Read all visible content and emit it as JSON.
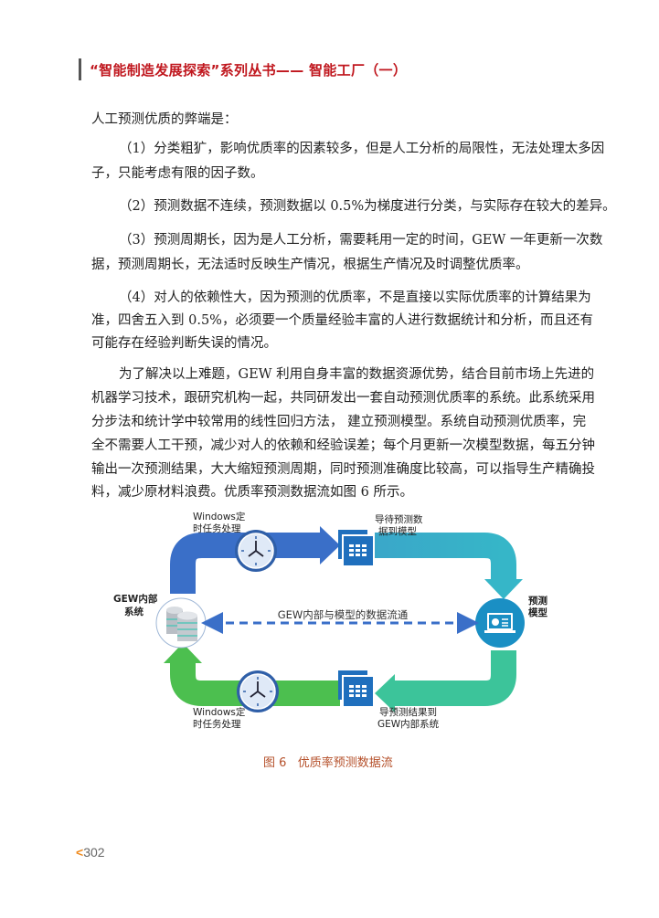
{
  "header": {
    "title": "“智能制造发展探索”系列丛书—— 智能工厂（一）"
  },
  "body": {
    "intro": "人工预测优质的弊端是：",
    "p1": [
      "（1）分类粗犷，影响优质率的因素较多，但是人工分析的局限性，无法处理太多因",
      "子，只能考虑有限的因子数。"
    ],
    "p2": [
      "（2）预测数据不连续，预测数据以 0.5%为梯度进行分类，与实际存在较大的差异。"
    ],
    "p3": [
      "（3）预测周期长，因为是人工分析，需要耗用一定的时间，GEW 一年更新一次数",
      "据，预测周期长，无法适时反映生产情况，根据生产情况及时调整优质率。"
    ],
    "p4": [
      "（4）对人的依赖性大，因为预测的优质率，不是直接以实际优质率的计算结果为",
      "准，四舍五入到 0.5%，必须要一个质量经验丰富的人进行数据统计和分析，而且还有",
      "可能存在经验判断失误的情况。"
    ],
    "p5": [
      "为了解决以上难题，GEW 利用自身丰富的数据资源优势，结合目前市场上先进的",
      "机器学习技术，跟研究机构一起，共同研发出一套自动预测优质率的系统。此系统采用",
      "分步法和统计学中较常用的线性回归方法，  建立预测模型。系统自动预测优质率，完",
      "全不需要人工干预，减少对人的依赖和经验误差；每个月更新一次模型数据，每五分钟",
      "输出一次预测结果，大大缩短预测周期，同时预测准确度比较高，可以指导生产精确投",
      "料，减少原材料浪费。优质率预测数据流如图 6 所示。"
    ]
  },
  "figure": {
    "top_task": [
      "Windows定",
      "时任务处理"
    ],
    "top_export": [
      "导待预测数",
      "据到模型"
    ],
    "left_node": [
      "GEW内部",
      "系统"
    ],
    "right_node": [
      "预测",
      "模型"
    ],
    "center_flow": "GEW内部与模型的数据流通",
    "bottom_task": [
      "Windows定",
      "时任务处理"
    ],
    "bottom_export": [
      "导预测结果到",
      "GEW内部系统"
    ],
    "caption": "图 6   优质率预测数据流",
    "colors": {
      "top_flow": "#3a6fc8",
      "right_flow": "#36a9c6",
      "bottom_right_flow": "#3cc49a",
      "bottom_left_flow": "#4cbf4f",
      "doc_icon": "#1f6fbd",
      "model_icon": "#1a8fc4"
    }
  },
  "footer": {
    "page_prefix": "<",
    "page_number": "302"
  }
}
